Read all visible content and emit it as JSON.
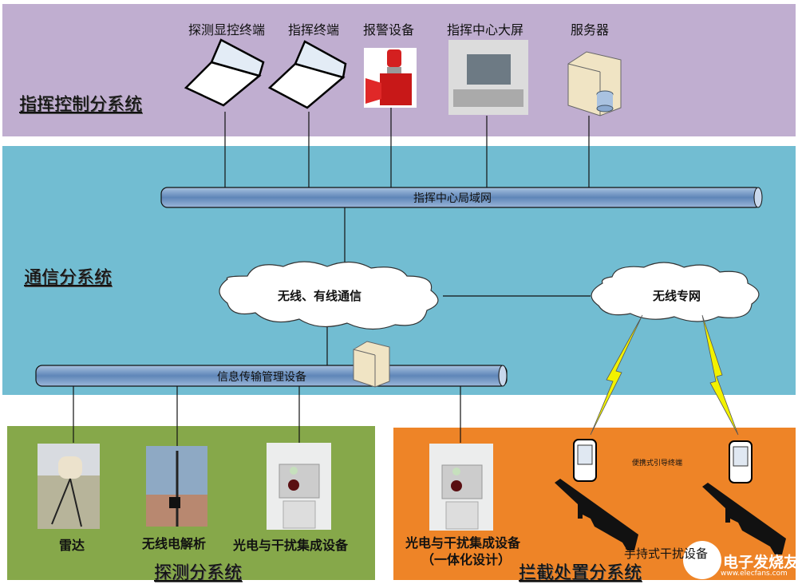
{
  "subsystems": {
    "command": {
      "title": "指挥控制分系统",
      "color": "#c0aed0"
    },
    "communication": {
      "title": "通信分系统",
      "color": "#72bdd2"
    },
    "detection": {
      "title": "探测分系统",
      "color": "#86a84a"
    },
    "interception": {
      "title": "拦截处置分系统",
      "color": "#ee8427"
    }
  },
  "command_devices": [
    {
      "label": "探测显控终端",
      "icon": "laptop-icon"
    },
    {
      "label": "指挥终端",
      "icon": "laptop-icon"
    },
    {
      "label": "报警设备",
      "icon": "alarm-siren-icon"
    },
    {
      "label": "指挥中心大屏",
      "icon": "big-screen-icon"
    },
    {
      "label": "服务器",
      "icon": "server-icon"
    }
  ],
  "network": {
    "lan": "指挥中心局域网",
    "wired_wireless": "无线、有线通信",
    "private_wireless": "无线专网",
    "info_transfer": "信息传输管理设备"
  },
  "detection_devices": [
    {
      "label": "雷达",
      "icon": "radar-icon"
    },
    {
      "label": "无线电解析",
      "icon": "radio-antenna-icon"
    },
    {
      "label": "光电与干扰集成设备",
      "icon": "eo-jammer-icon"
    }
  ],
  "interception_devices": {
    "integrated": "光电与干扰集成设备",
    "integrated_note": "（一体化设计）",
    "portable_terminal": "便携式引导终端",
    "handheld_jammer": "手持式干扰设备"
  },
  "watermark": {
    "brand": "电子发烧友",
    "url": "www.elecfans.com"
  }
}
